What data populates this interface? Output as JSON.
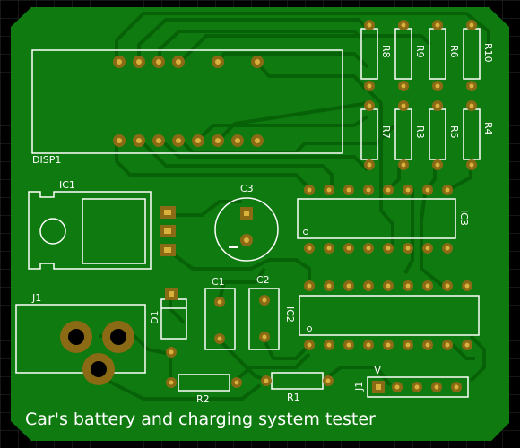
{
  "board": {
    "title": "Car's battery and charging system tester",
    "colors": {
      "background": "#000000",
      "grid": "#2b2b2b",
      "board": "#0f7a0f",
      "trace": "#076107",
      "pad": "#8a6a14",
      "pad_hole": "#d8b23a",
      "silkscreen": "#ffffff"
    }
  },
  "components": {
    "disp1": "DISP1",
    "ic1": "IC1",
    "ic2": "IC2",
    "ic3": "IC3",
    "c1": "C1",
    "c2": "C2",
    "c3": "C3",
    "d1": "D1",
    "j1_power": "J1",
    "j1_header": "J1",
    "j1_marker": "V",
    "r1": "R1",
    "r2": "R2",
    "r3": "R3",
    "r4": "R4",
    "r5": "R5",
    "r6": "R6",
    "r7": "R7",
    "r8": "R8",
    "r9": "R9",
    "r10": "R10"
  }
}
